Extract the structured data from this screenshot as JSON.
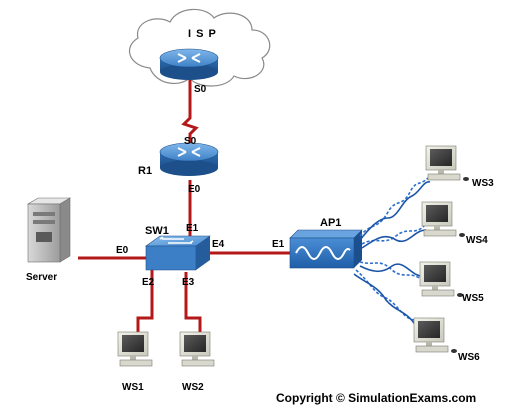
{
  "diagram": {
    "cloud_label": "I S P",
    "routers": {
      "isp": {
        "port_s0": "S0"
      },
      "r1": {
        "name": "R1",
        "port_s0": "S0",
        "port_e0": "E0"
      }
    },
    "switch": {
      "name": "SW1",
      "port_e0": "E0",
      "port_e1": "E1",
      "port_e2": "E2",
      "port_e3": "E3",
      "port_e4": "E4"
    },
    "access_point": {
      "name": "AP1",
      "port_e1": "E1"
    },
    "server": {
      "name": "Server"
    },
    "workstations": {
      "ws1": "WS1",
      "ws2": "WS2",
      "ws3": "WS3",
      "ws4": "WS4",
      "ws5": "WS5",
      "ws6": "WS6"
    },
    "copyright": "Copyright © SimulationExams.com",
    "colors": {
      "cable": "#b51818",
      "device_blue": "#3d7fc6",
      "device_dark": "#245c9c",
      "wireless_blue": "#2a6fd0"
    }
  }
}
